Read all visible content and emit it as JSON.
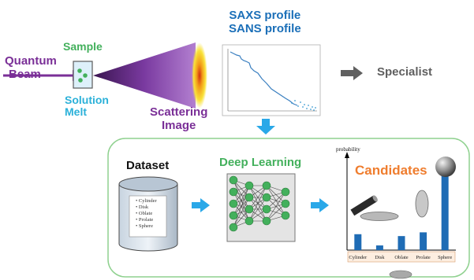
{
  "top": {
    "quantum_beam": [
      "Quantum",
      "Beam"
    ],
    "sample": "Sample",
    "solution_melt": [
      "Solution",
      "Melt"
    ],
    "scattering_image": [
      "Scattering",
      "Image"
    ],
    "profile_title": [
      "SAXS profile",
      "SANS profile"
    ],
    "specialist": "Specialist"
  },
  "bottom": {
    "dataset": "Dataset",
    "dataset_items": [
      "Cylinder",
      "Disk",
      "Oblate",
      "Prolate",
      "Sphere"
    ],
    "deep_learning": "Deep Learning",
    "candidates": "Candidates",
    "probability_label": "probability",
    "categories": [
      "Cylinder",
      "Disk",
      "Oblate",
      "Prolate",
      "Sphere"
    ]
  },
  "chart_data": {
    "type": "bar",
    "categories": [
      "Cylinder",
      "Disk",
      "Oblate",
      "Prolate",
      "Sphere"
    ],
    "values": [
      0.17,
      0.05,
      0.15,
      0.19,
      0.97
    ],
    "ylabel": "probability",
    "ylim": [
      0,
      1
    ]
  },
  "colors": {
    "beam_purple": "#7a2f97",
    "sample_green": "#43b05c",
    "solution_cyan": "#2bb1d9",
    "profile_blue": "#1b6fb8",
    "candidates_orange": "#ef7d2e",
    "bar_blue": "#1f6cb5",
    "panel_border": "#8fd18f",
    "arrow_blue": "#2aa8e8",
    "arrow_gray": "#606060"
  }
}
